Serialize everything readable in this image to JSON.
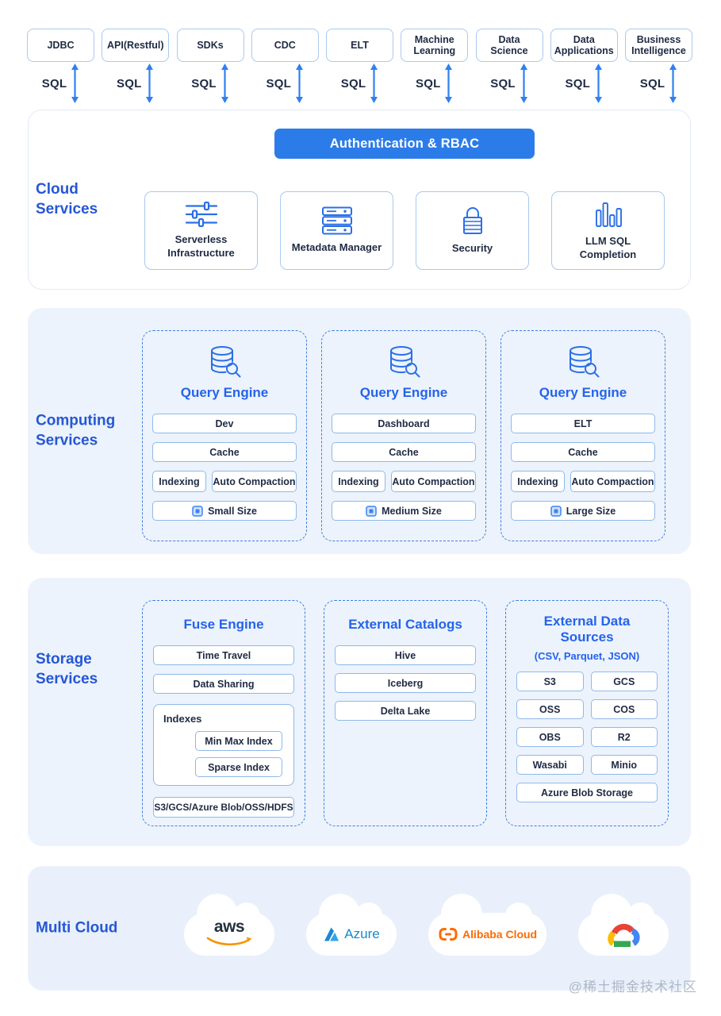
{
  "clients": {
    "sql_label": "SQL",
    "items": [
      "JDBC",
      "API(Restful)",
      "SDKs",
      "CDC",
      "ELT",
      "Machine Learning",
      "Data Science",
      "Data Applications",
      "Business Intelligence"
    ]
  },
  "cloud_services": {
    "label": "Cloud Services",
    "auth_button": "Authentication & RBAC",
    "cards": [
      {
        "label": "Serverless Infrastructure",
        "icon": "sliders-icon"
      },
      {
        "label": "Metadata Manager",
        "icon": "server-stack-icon"
      },
      {
        "label": "Security",
        "icon": "lock-icon"
      },
      {
        "label": "LLM SQL Completion",
        "icon": "bar-chart-icon"
      }
    ]
  },
  "computing_services": {
    "label": "Computing Services",
    "engines": [
      {
        "title": "Query Engine",
        "workload": "Dev",
        "cache": "Cache",
        "indexing": "Indexing",
        "compaction": "Auto Compaction",
        "size": "Small Size"
      },
      {
        "title": "Query Engine",
        "workload": "Dashboard",
        "cache": "Cache",
        "indexing": "Indexing",
        "compaction": "Auto Compaction",
        "size": "Medium Size"
      },
      {
        "title": "Query Engine",
        "workload": "ELT",
        "cache": "Cache",
        "indexing": "Indexing",
        "compaction": "Auto Compaction",
        "size": "Large Size"
      }
    ]
  },
  "storage_services": {
    "label": "Storage Services",
    "fuse_engine": {
      "title": "Fuse Engine",
      "items": [
        "Time Travel",
        "Data Sharing"
      ],
      "indexes_label": "Indexes",
      "indexes": [
        "Min Max Index",
        "Sparse Index"
      ],
      "backends": "S3/GCS/Azure Blob/OSS/HDFS"
    },
    "external_catalogs": {
      "title": "External Catalogs",
      "items": [
        "Hive",
        "Iceberg",
        "Delta Lake"
      ]
    },
    "external_data_sources": {
      "title": "External Data Sources",
      "subtitle": "(CSV, Parquet, JSON)",
      "grid": [
        "S3",
        "GCS",
        "OSS",
        "COS",
        "OBS",
        "R2",
        "Wasabi",
        "Minio"
      ],
      "full_width": "Azure Blob Storage"
    }
  },
  "multi_cloud": {
    "label": "Multi Cloud",
    "providers": [
      {
        "name": "aws"
      },
      {
        "name": "Azure"
      },
      {
        "name": "Alibaba Cloud"
      },
      {
        "name": "Google Cloud"
      }
    ]
  },
  "watermark": "@稀土掘金技术社区",
  "colors": {
    "accent_blue": "#2b7ce9",
    "label_blue": "#2557d6",
    "title_blue": "#2563eb",
    "box_border": "#a9c9ef",
    "dashed_border": "#3f7ee0",
    "panel_tint": "#ecf3fc",
    "text_dark": "#1f2a44",
    "arrow_blue": "#2f80f0",
    "aws_orange": "#f79400",
    "alibaba_orange": "#ff6a00",
    "azure_blue": "#1489d0",
    "google_red": "#ea4335",
    "google_yellow": "#fbbc05",
    "google_green": "#34a853",
    "google_blue": "#4285f4"
  }
}
